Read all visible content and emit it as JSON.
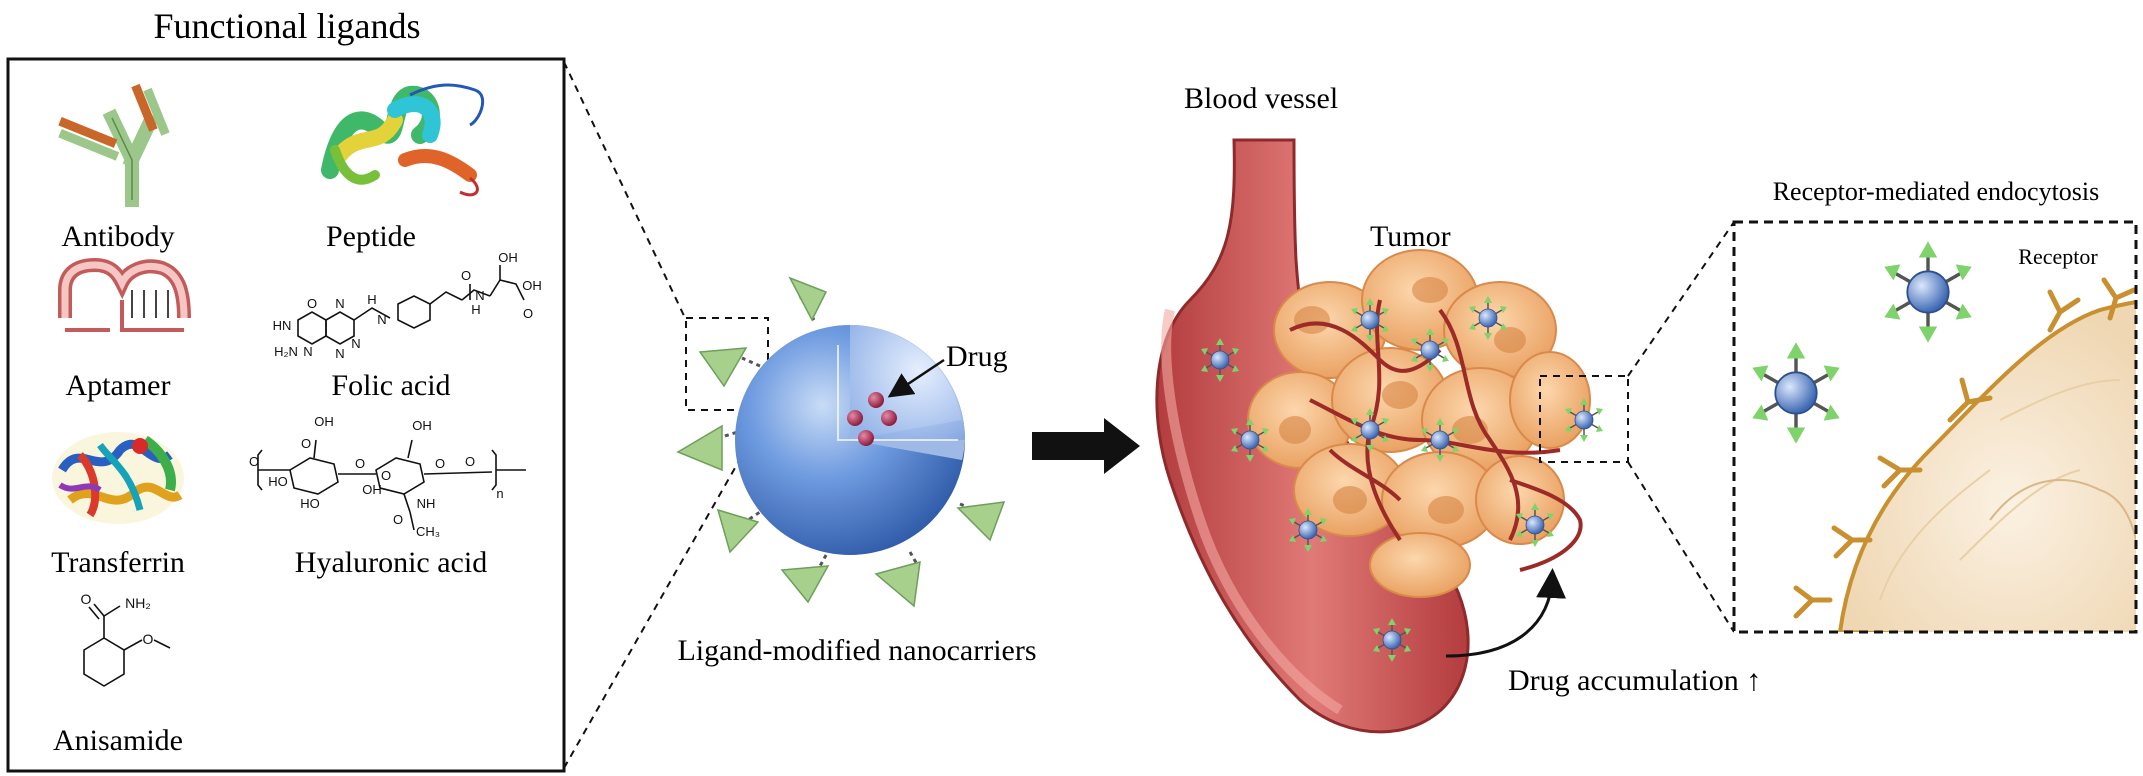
{
  "panel": {
    "title": "Functional ligands",
    "ligands": [
      {
        "label": "Antibody",
        "icon": "antibody-icon"
      },
      {
        "label": "Peptide",
        "icon": "peptide-ribbon-icon"
      },
      {
        "label": "Aptamer",
        "icon": "aptamer-hairpin-icon"
      },
      {
        "label": "Folic acid",
        "icon": "folic-acid-structure-icon"
      },
      {
        "label": "Transferrin",
        "icon": "transferrin-ribbon-icon"
      },
      {
        "label": "Hyaluronic acid",
        "icon": "hyaluronic-acid-structure-icon"
      },
      {
        "label": "Anisamide",
        "icon": "anisamide-structure-icon"
      }
    ],
    "chem_text": {
      "folic": [
        "O",
        "OH",
        "O",
        "N",
        "N",
        "HN",
        "H",
        "N",
        "H",
        "N",
        "O",
        "OH",
        "H₂N",
        "N",
        "N"
      ],
      "hyaluronic": [
        "O",
        "OH",
        "HO",
        "O",
        "HO",
        "O",
        "OH",
        "O",
        "O",
        "O",
        "OH",
        "NH",
        "O",
        "CH₃",
        "n"
      ],
      "anisamide": [
        "O",
        "NH₂",
        "O"
      ]
    }
  },
  "nanocarrier": {
    "drug_label": "Drug",
    "caption": "Ligand-modified nanocarriers"
  },
  "tumor_scene": {
    "vessel_label": "Blood vessel",
    "tumor_label": "Tumor",
    "accumulation_label": "Drug accumulation ↑"
  },
  "endocytosis": {
    "title": "Receptor-mediated endocytosis",
    "receptor_label": "Receptor"
  },
  "colors": {
    "ligand_green": "#a8d08d",
    "nanoparticle_blue": "#4d7cc7",
    "vessel_red": "#c9504f",
    "tumor_orange": "#f2b27a",
    "receptor_gold": "#c8902f"
  }
}
